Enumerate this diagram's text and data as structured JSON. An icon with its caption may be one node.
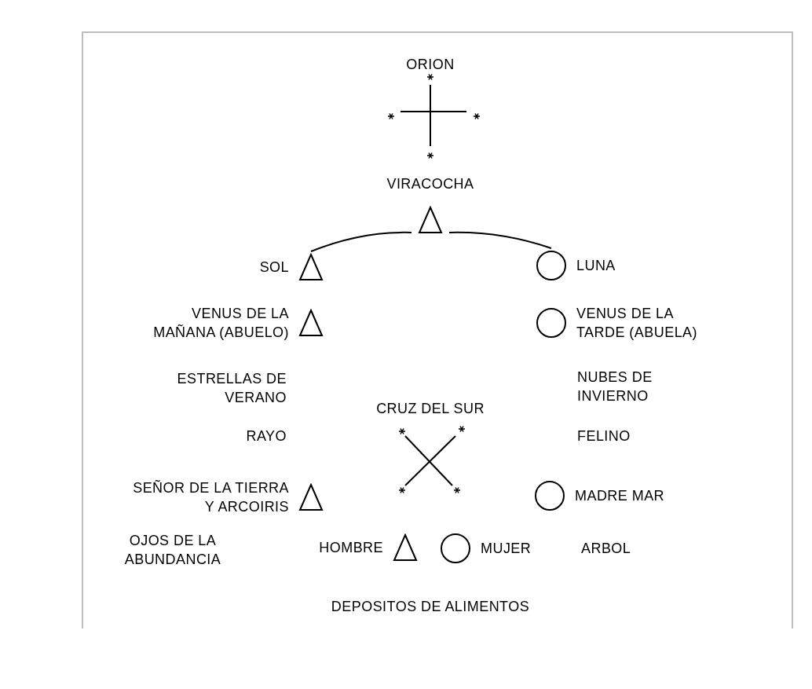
{
  "diagram": {
    "nodes": [
      {
        "text": [
          "VIRACOCHA"
        ]
      },
      {
        "text": [
          "SOL"
        ]
      },
      {
        "text": [
          "LUNA"
        ]
      },
      {
        "text": [
          "VENUS DE LA MAÑANA (ABUELO)"
        ]
      },
      {
        "text": [
          "VENUS DE LA TARDE (ABUELA)"
        ]
      },
      {
        "text": [
          "SEÑOR DE LA TIERRA Y ARCOIRIS"
        ]
      },
      {
        "text": [
          "MADRE MAR"
        ]
      },
      {
        "text": [
          "HOMBRE"
        ]
      },
      {
        "text": [
          "MUJER"
        ]
      }
    ],
    "edges": [
      {
        "from": 0,
        "to": 1,
        "arrow": "none"
      },
      {
        "from": 0,
        "to": 2,
        "arrow": "none"
      }
    ],
    "labels": [
      "ORION",
      "ESTRELLAS DE VERANO",
      "NUBES DE INVIERNO",
      "CRUZ DEL SUR",
      "RAYO",
      "FELINO",
      "OJOS DE LA ABUNDANCIA",
      "ARBOL",
      "DEPOSITOS DE ALIMENTOS"
    ]
  }
}
